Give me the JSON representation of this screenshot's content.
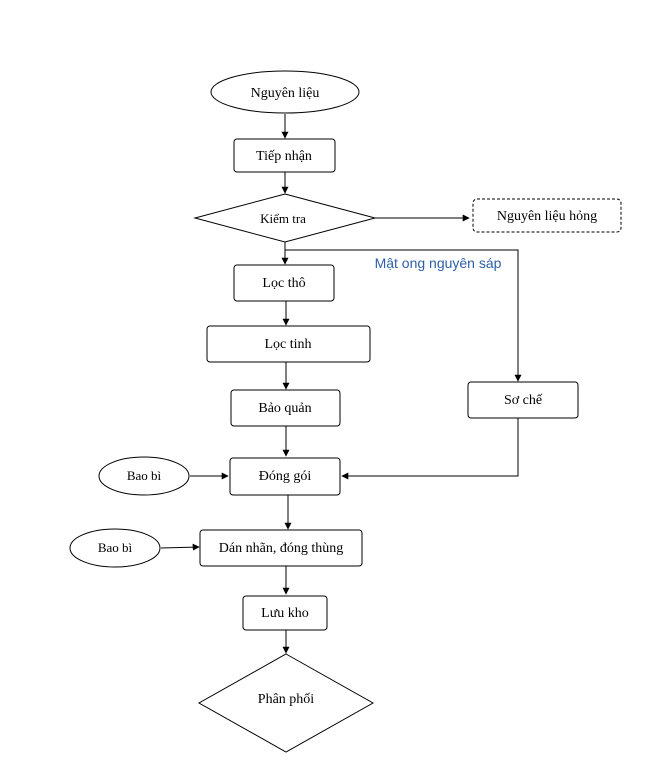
{
  "nodes": {
    "nguyen_lieu": "Nguyên liệu",
    "tiep_nhan": "Tiếp nhận",
    "kiem_tra": "Kiểm tra",
    "nguyen_lieu_hong": "Nguyên liệu hỏng",
    "loc_tho": "Lọc thô",
    "loc_tinh": "Lọc tinh",
    "bao_quan": "Bảo quản",
    "so_che": "Sơ chế",
    "dong_goi": "Đóng gói",
    "bao_bi_1": "Bao bì",
    "dan_nhan": "Dán nhãn, đóng thùng",
    "bao_bi_2": "Bao bì",
    "luu_kho": "Lưu kho",
    "phan_phoi": "Phân phối"
  },
  "edge_labels": {
    "mat_ong": "Mật ong nguyên sáp"
  },
  "colors": {
    "stroke": "#000000",
    "note_text": "#2e5fa8"
  }
}
